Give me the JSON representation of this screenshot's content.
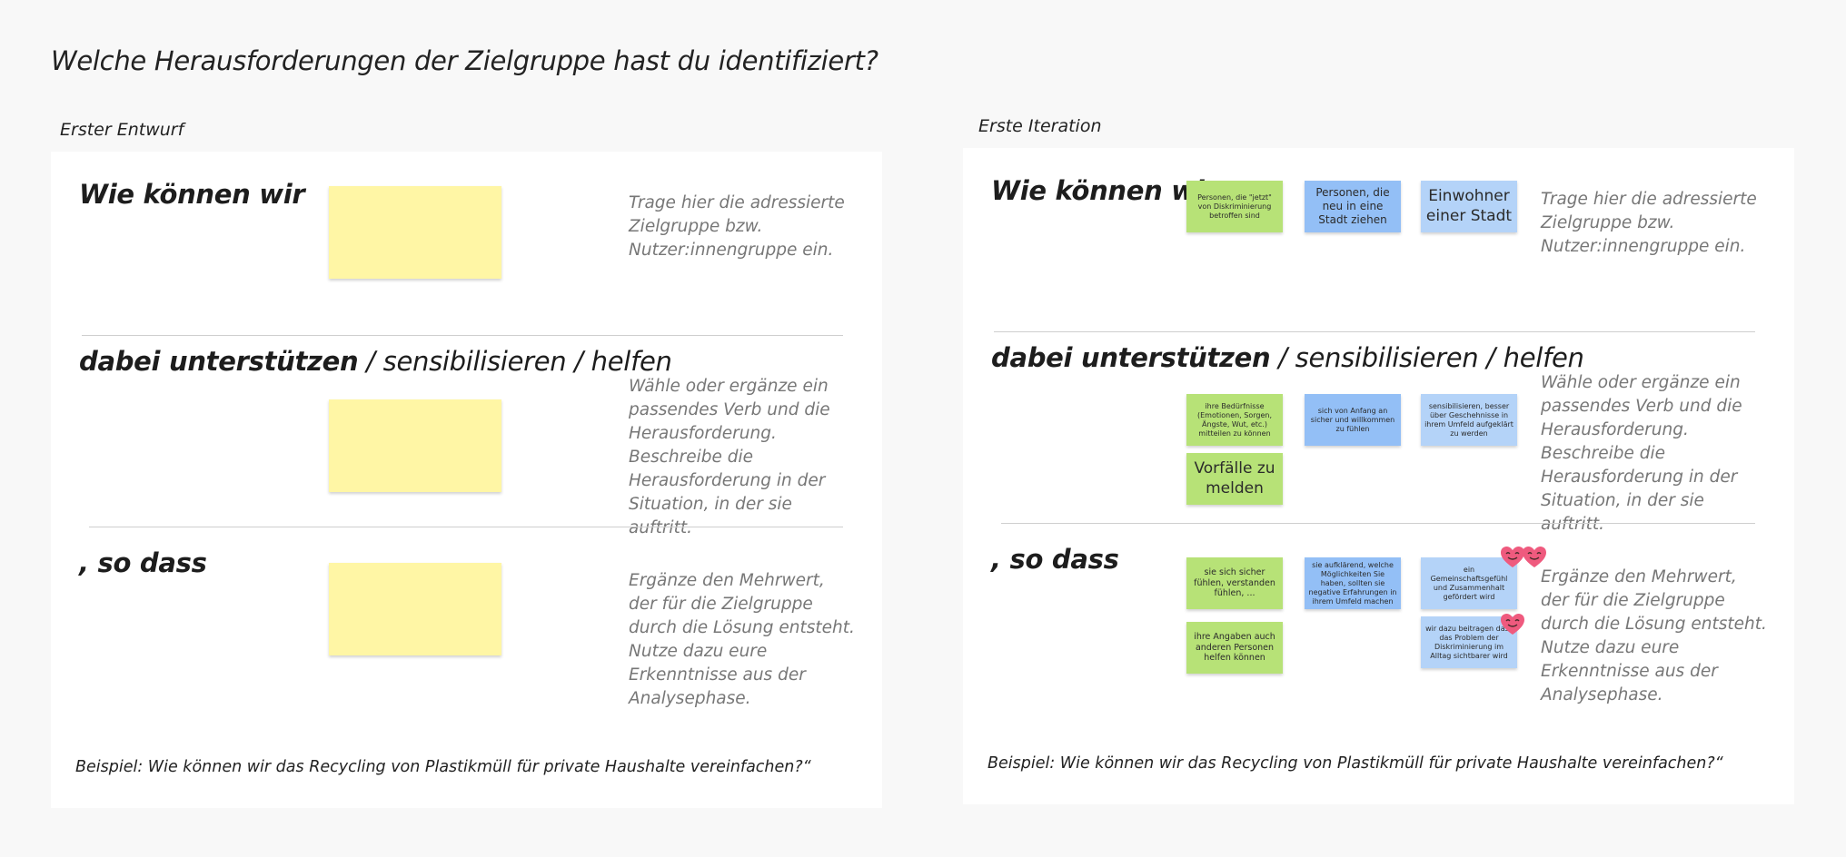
{
  "page": {
    "title": "Welche Herausforderungen der Zielgruppe hast du identifiziert?"
  },
  "frames": [
    {
      "label": "Erster Entwurf",
      "heading_1": "Wie können wir",
      "heading_2_bold": "dabei unterstützen",
      "heading_2_rest": " / sensibilisieren / helfen",
      "heading_3": ", so dass",
      "helper_1": "Trage hier die adressierte Zielgruppe bzw. Nutzer:innengruppe ein.",
      "helper_2": "Wähle oder ergänze ein passendes Verb und die Herausforderung. Beschreibe die Herausforderung in der Situation, in der sie auftritt.",
      "helper_3": "Ergänze den Mehrwert, der für die Zielgruppe durch die Lösung entsteht. Nutze dazu eure Erkenntnisse aus der Analysephase.",
      "example": "Beispiel: Wie können wir das Recycling von Plastikmüll für private Haushalte vereinfachen?“"
    },
    {
      "label": "Erste Iteration",
      "heading_1": "Wie können wir",
      "heading_2_bold": "dabei unterstützen",
      "heading_2_rest": " / sensibilisieren / helfen",
      "heading_3": ", so dass",
      "helper_1": "Trage hier die adressierte Zielgruppe bzw. Nutzer:innengruppe ein.",
      "helper_2": "Wähle oder ergänze ein passendes Verb und die Herausforderung. Beschreibe die Herausforderung in der Situation, in der sie auftritt.",
      "helper_3": "Ergänze den Mehrwert, der für die Zielgruppe durch die Lösung entsteht. Nutze dazu eure Erkenntnisse aus der Analysephase.",
      "example": "Beispiel: Wie können wir das Recycling von Plastikmüll für private Haushalte vereinfachen?“"
    }
  ],
  "stickies": {
    "r1_green": "Personen, die \"jetzt\" von Diskriminierung betroffen sind",
    "r1_blue": "Personen, die neu in eine Stadt ziehen",
    "r1_blue_light": "Einwohner einer Stadt",
    "r2_green_a": "ihre Bedürfnisse (Emotionen, Sorgen, Ängste, Wut, etc.) mitteilen zu können",
    "r2_green_b": "Vorfälle zu melden",
    "r2_blue": "sich von Anfang an sicher und willkommen zu fühlen",
    "r2_blue_light": "sensibilisieren, besser über Geschehnisse in ihrem Umfeld aufgeklärt zu werden",
    "r3_green_a": "sie sich sicher fühlen, verstanden fühlen, ...",
    "r3_green_b": "ihre Angaben auch anderen Personen helfen können",
    "r3_blue": "sie aufklärend, welche Möglichkeiten Sie haben, sollten sie negative Erfahrungen in ihrem Umfeld machen",
    "r3_blue_light_a": "ein Gemeinschaftsgefühl und Zusammenhalt gefördert wird",
    "r3_blue_light_b": "wir dazu beitragen dass das Problem der Diskriminierung im Alltag sichtbarer wird"
  },
  "icons": {
    "reaction": "heart-eyes-emoji-icon"
  },
  "colors": {
    "sticky_yellow": "#fff6a5",
    "sticky_green": "#b7e277",
    "sticky_blue": "#93bff6",
    "sticky_blue_light": "#b4d3f8",
    "heart": "#ef5a7e"
  }
}
